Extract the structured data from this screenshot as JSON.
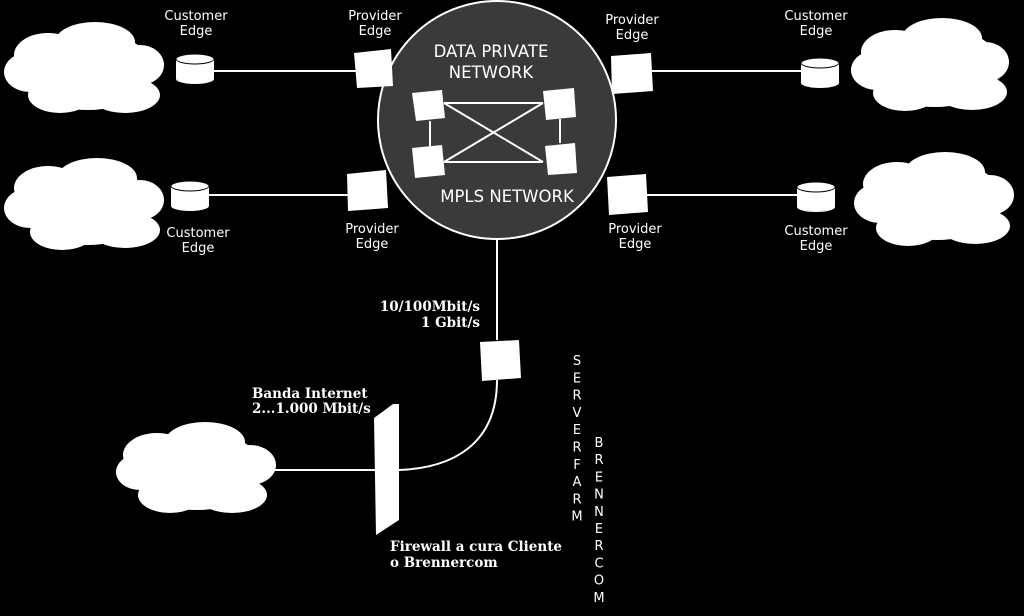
{
  "network": {
    "title_line1": "DATA PRIVATE",
    "title_line2": "NETWORK",
    "mpls_label": "MPLS NETWORK"
  },
  "edges": {
    "top_left": {
      "ce_line1": "Customer",
      "ce_line2": "Edge",
      "pe_line1": "Provider",
      "pe_line2": "Edge"
    },
    "bottom_left": {
      "ce_line1": "Customer",
      "ce_line2": "Edge",
      "pe_line1": "Provider",
      "pe_line2": "Edge"
    },
    "top_right": {
      "ce_line1": "Customer",
      "ce_line2": "Edge",
      "pe_line1": "Provider",
      "pe_line2": "Edge"
    },
    "bottom_right": {
      "ce_line1": "Customer",
      "ce_line2": "Edge",
      "pe_line1": "Provider",
      "pe_line2": "Edge"
    }
  },
  "uplink": {
    "speed_line1": "10/100Mbit/s",
    "speed_line2": "1 Gbit/s"
  },
  "internet": {
    "band_line1": "Banda Internet",
    "band_line2": "2...1.000 Mbit/s"
  },
  "firewall": {
    "line1": "Firewall a cura Cliente",
    "line2": "o Brennercom"
  },
  "vertical_labels": {
    "serverfarm": "SERVERFARM",
    "brennercom": "BRENNERCOM"
  },
  "colors": {
    "background": "#000000",
    "foreground": "#ffffff",
    "network_fill": "#3a3a3a"
  }
}
